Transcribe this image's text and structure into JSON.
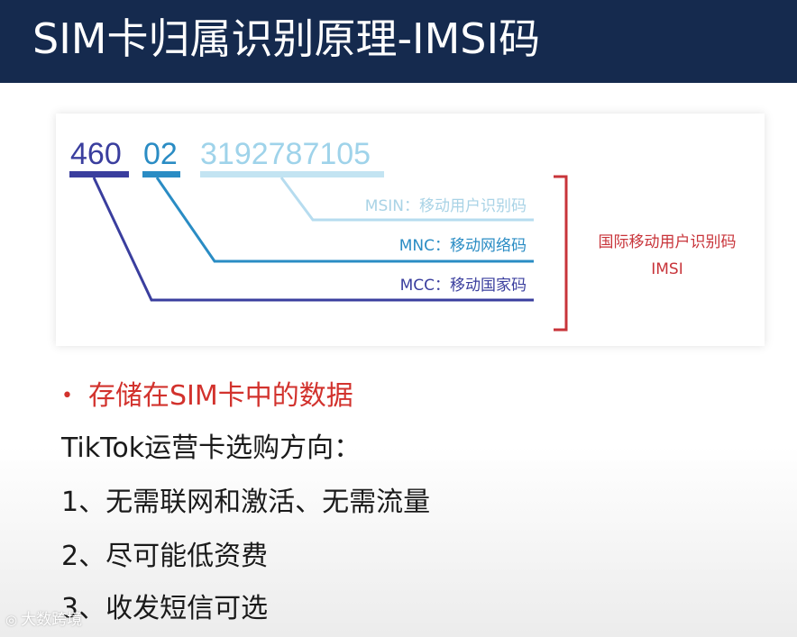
{
  "header": {
    "title": "SIM卡归属识别原理-IMSI码"
  },
  "figure": {
    "mcc_value": "460",
    "mnc_value": "02",
    "msin_value": "3192787105",
    "msin_label": "MSIN：移动用户识别码",
    "mnc_label": "MNC：移动网络码",
    "mcc_label": "MCC：移动国家码",
    "group_label_line1": "国际移动用户识别码",
    "group_label_line2": "IMSI",
    "colors": {
      "mcc": "#3a3e9e",
      "mnc": "#2a8cc4",
      "msin": "#9fd3ea",
      "bracket": "#c8343a"
    }
  },
  "content": {
    "bullet_symbol": "•",
    "bullet_text": "存储在SIM卡中的数据",
    "line1": "TikTok运营卡选购方向：",
    "line2": "1、无需联网和激活、无需流量",
    "line3": "2、尽可能低资费",
    "line4": "3、收发短信可选"
  },
  "watermark": {
    "text": "大数跨境"
  }
}
